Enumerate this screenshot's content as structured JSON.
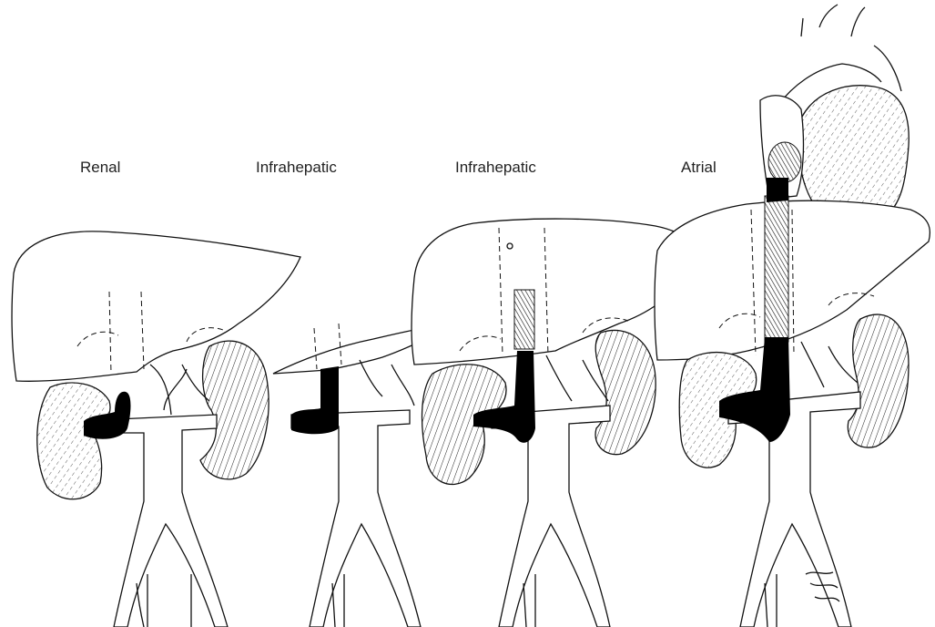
{
  "labels": {
    "panel1": "Renal",
    "panel2": "Infrahepatic",
    "panel3": "Infrahepatic",
    "panel4": "Atrial"
  }
}
